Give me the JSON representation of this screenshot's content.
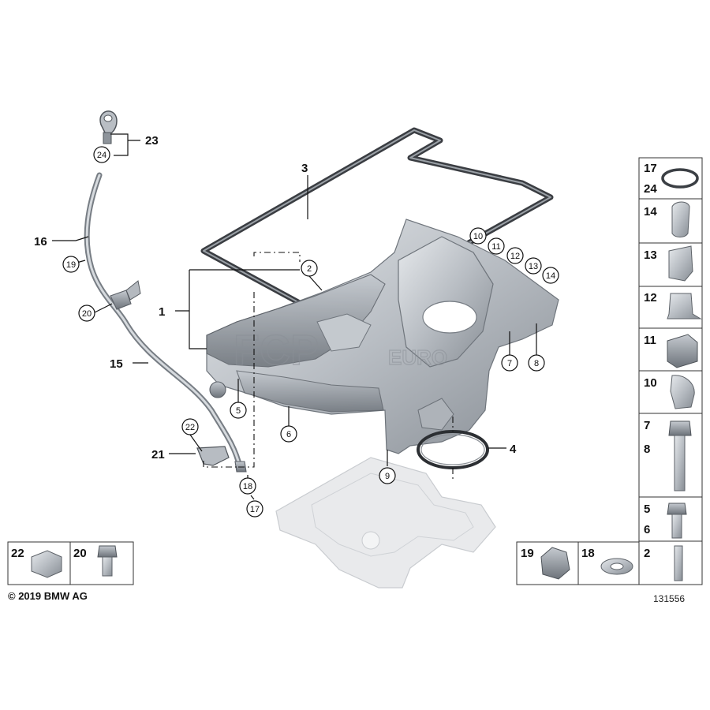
{
  "callouts": {
    "c1": "1",
    "c2": "2",
    "c3": "3",
    "c4": "4",
    "c5": "5",
    "c6": "6",
    "c7": "7",
    "c8": "8",
    "c9": "9",
    "c10": "10",
    "c11": "11",
    "c12": "12",
    "c13": "13",
    "c14": "14",
    "c15": "15",
    "c16": "16",
    "c17": "17",
    "c18": "18",
    "c19": "19",
    "c20": "20",
    "c21": "21",
    "c22": "22",
    "c23": "23",
    "c24": "24"
  },
  "side_panel": {
    "cells": [
      {
        "top": "17",
        "bottom": "24"
      },
      {
        "top": "14"
      },
      {
        "top": "13"
      },
      {
        "top": "12"
      },
      {
        "top": "11"
      },
      {
        "top": "10"
      },
      {
        "top": "7",
        "bottom": "8"
      },
      {
        "top": "5",
        "bottom": "6"
      },
      {
        "top": "2"
      }
    ]
  },
  "bottom_left_panel": {
    "left": "22",
    "right": "20"
  },
  "bottom_right_panel": {
    "left": "19",
    "mid": "18"
  },
  "watermark": {
    "main": "FCP",
    "suffix": "EURO"
  },
  "footer": {
    "copyright": "© 2019 BMW AG",
    "diagram_number": "131556"
  },
  "colors": {
    "metal_light": "#d9dde1",
    "metal_dark": "#8e949b",
    "line": "#111111"
  }
}
